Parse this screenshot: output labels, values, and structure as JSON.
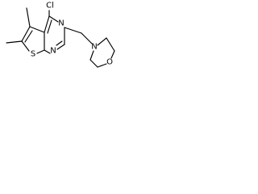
{
  "structure": {
    "atoms": {
      "chlorine": "Cl",
      "pyrimidine_n_top": "N",
      "pyrimidine_n_bottom": "N",
      "thiophene_s": "S",
      "morpholine_n": "N",
      "morpholine_o": "O"
    },
    "colors": {
      "bond": "#000000",
      "label": "#000000",
      "background": "#ffffff"
    }
  }
}
